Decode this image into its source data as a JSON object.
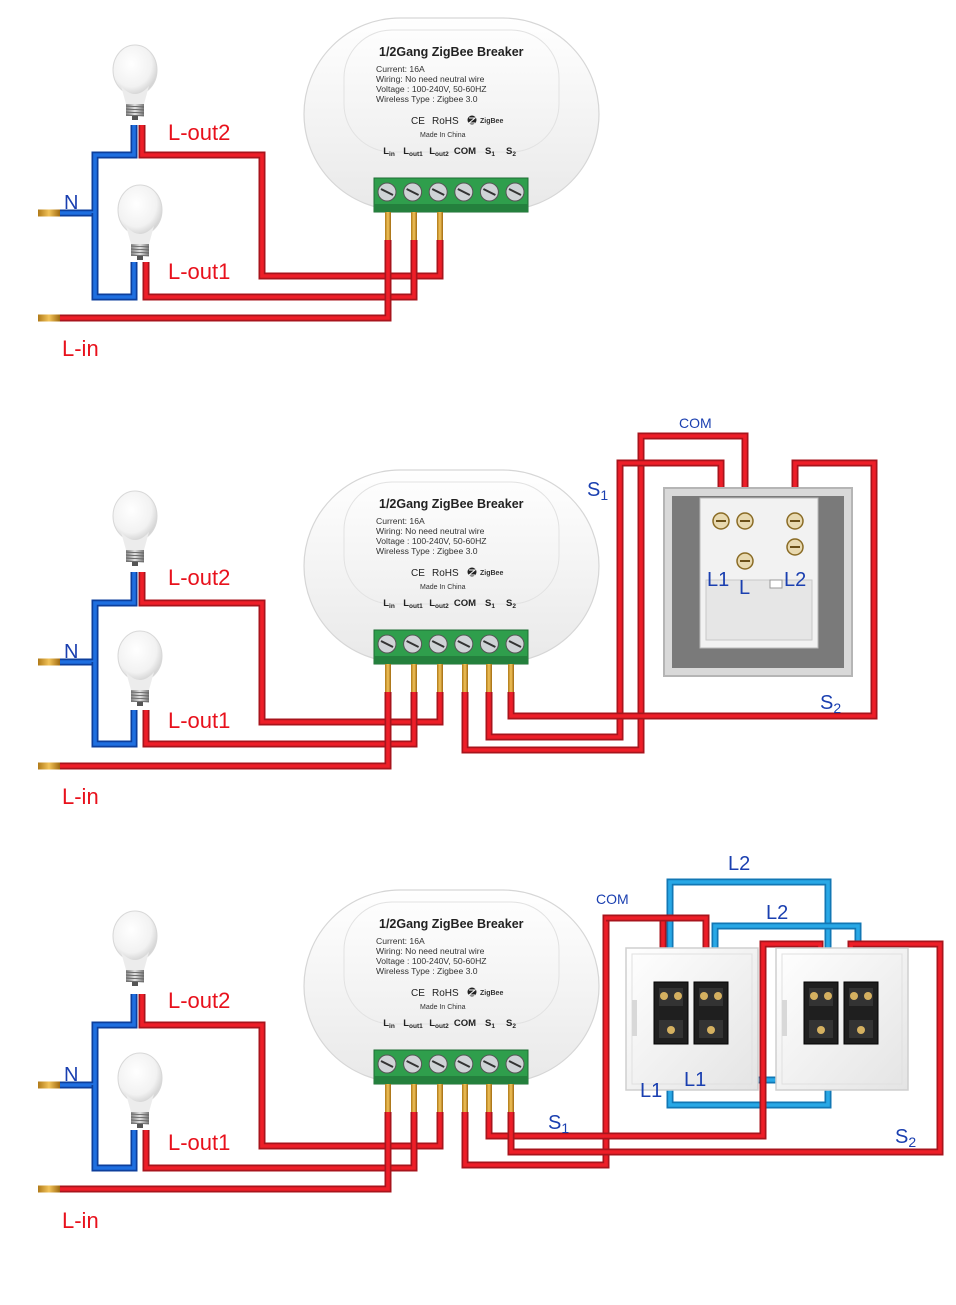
{
  "module": {
    "title": "1/2Gang ZigBee Breaker",
    "specs": [
      "Current: 16A",
      "Wiring: No need neutral wire",
      "Voltage :  100-240V, 50-60HZ",
      "Wireless Type : Zigbee 3.0"
    ],
    "certs": {
      "ce": "CE",
      "rohs": "RoHS",
      "zigbee": "ZigBee"
    },
    "made_in": "Made In China",
    "terminals": [
      "Lin",
      "Lout1",
      "Lout2",
      "COM",
      "S1",
      "S2"
    ]
  },
  "labels": {
    "n": "N",
    "l_out2": "L-out2",
    "l_out1": "L-out1",
    "l_in": "L-in",
    "com": "COM",
    "s1": "S1",
    "s2": "S2",
    "l1": "L1",
    "l2": "L2",
    "l": "L"
  },
  "colors": {
    "live_wire": "#ee1e28",
    "neutral_wire": "#1f6fe0",
    "traveler_wire": "#28a8e6",
    "terminal_block": "#2f9e4c",
    "label_blue": "#1a3fb0",
    "label_red": "#e8111c"
  },
  "diagrams": [
    {
      "id": "direct-wiring",
      "switch": "none"
    },
    {
      "id": "single-two-way-switch",
      "switch": "two-way wall switch"
    },
    {
      "id": "double-two-way-switch",
      "switch": "two double wall switches"
    }
  ]
}
